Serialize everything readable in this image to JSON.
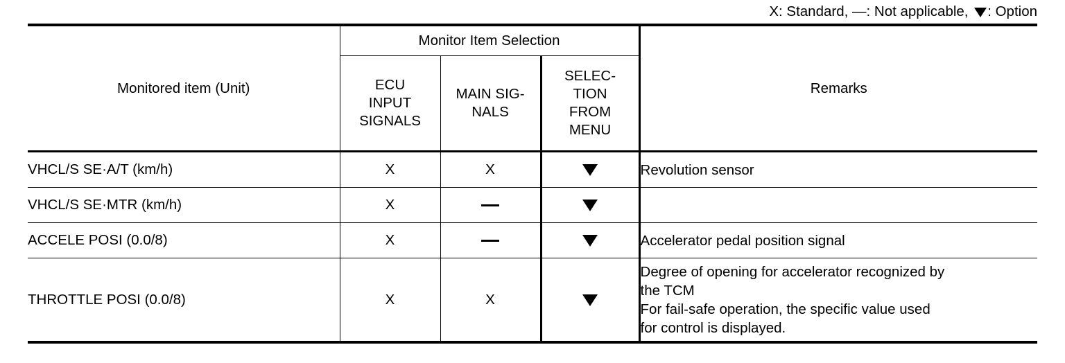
{
  "legend": {
    "standard": "X: Standard, ",
    "not_applicable": "—: Not applicable, ",
    "option_suffix": ": Option",
    "option_icon": "down-triangle-icon"
  },
  "table": {
    "headers": {
      "monitored_item": "Monitored item (Unit)",
      "group": "Monitor Item Selection",
      "ecu_input_signals": "ECU\nINPUT\nSIGNALS",
      "ecu_input_signals_lines": [
        "ECU",
        "INPUT",
        "SIGNALS"
      ],
      "main_signals_lines": [
        "MAIN SIG-",
        "NALS"
      ],
      "selection_from_menu_lines": [
        "SELEC-",
        "TION",
        "FROM",
        "MENU"
      ],
      "remarks": "Remarks"
    },
    "symbols": {
      "standard": "X",
      "not_applicable": "—",
      "option": "▼"
    },
    "rows": [
      {
        "item": "VHCL/S SE·A/T (km/h)",
        "ecu": "X",
        "main": "X",
        "selection": "▼",
        "remarks_lines": [
          "Revolution sensor"
        ]
      },
      {
        "item": "VHCL/S SE·MTR (km/h)",
        "ecu": "X",
        "main": "—",
        "selection": "▼",
        "remarks_lines": []
      },
      {
        "item": "ACCELE POSI (0.0/8)",
        "ecu": "X",
        "main": "—",
        "selection": "▼",
        "remarks_lines": [
          "Accelerator pedal position signal"
        ]
      },
      {
        "item": "THROTTLE POSI (0.0/8)",
        "ecu": "X",
        "main": "X",
        "selection": "▼",
        "remarks_lines": [
          "Degree of opening for accelerator recognized by",
          "the TCM",
          "For fail-safe operation, the specific value used",
          "for control is displayed."
        ]
      }
    ]
  },
  "colors": {
    "ink": "#000000",
    "paper": "#ffffff"
  }
}
